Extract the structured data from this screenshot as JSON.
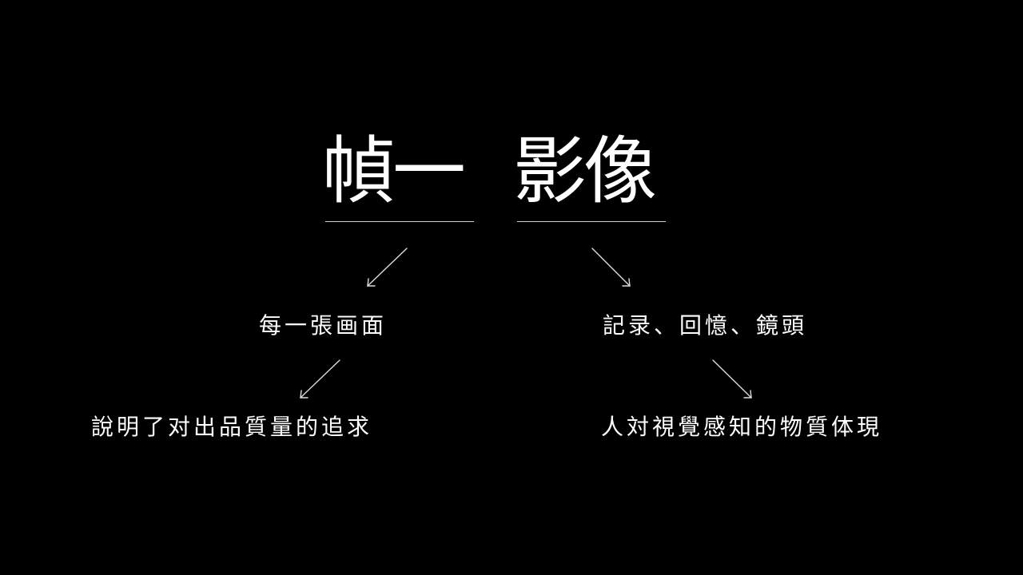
{
  "title": {
    "left": "幀一",
    "right": "影像"
  },
  "branches": {
    "left": {
      "level1": "每一張画面",
      "level2": "說明了对出品質量的追求"
    },
    "right": {
      "level1": "記录、回憶、鏡頭",
      "level2": "人対視覺感知的物質体現"
    }
  },
  "colors": {
    "background": "#000000",
    "text": "#ffffff",
    "line": "#cfcfcf"
  }
}
